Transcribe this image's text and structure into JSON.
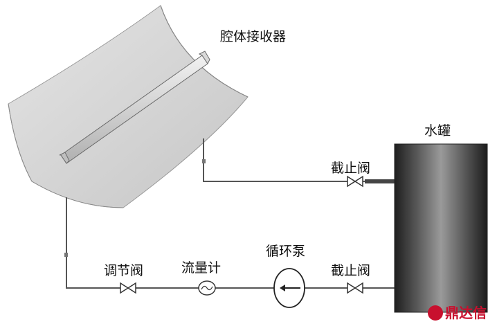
{
  "labels": {
    "receiver": "腔体接收器",
    "tank": "水罐",
    "shutoff_valve_top": "截止阀",
    "regulating_valve": "调节阀",
    "flow_meter": "流量计",
    "circulating_pump": "循环泵",
    "shutoff_valve_bottom": "截止阀"
  },
  "watermark": "鼎达信",
  "colors": {
    "pipe": "#555555",
    "trough": "#d4d4d4",
    "logo": "#c8102e"
  }
}
